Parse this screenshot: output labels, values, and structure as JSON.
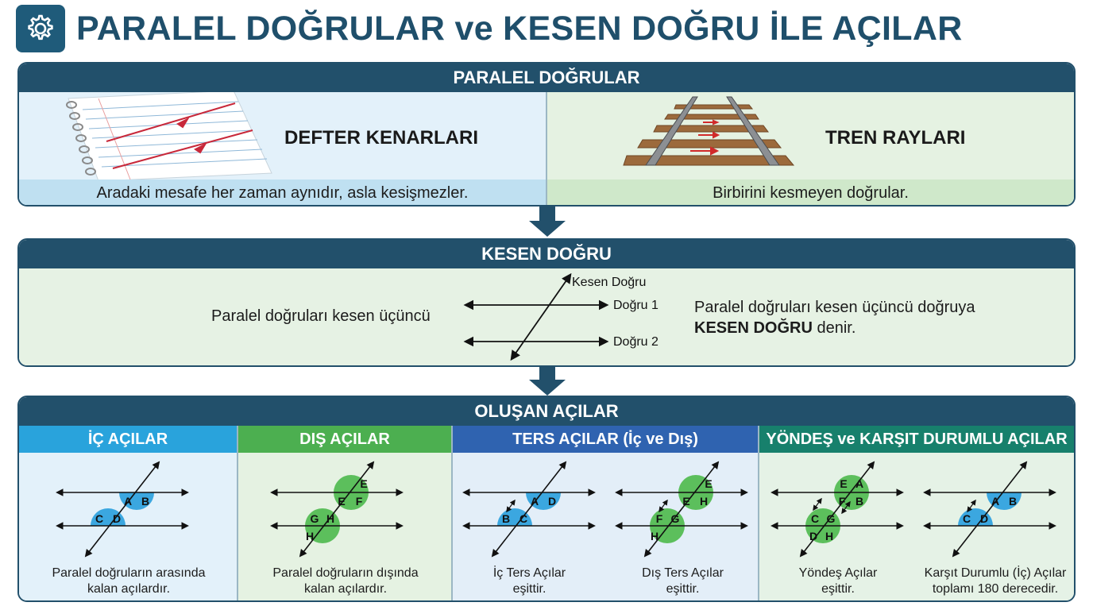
{
  "title": "PARALEL DOĞRULAR ve KESEN DOĞRU İLE AÇILAR",
  "colors": {
    "header": "#22506b",
    "blue": "#29a3dc",
    "green": "#4caf50",
    "royal": "#2f63b0",
    "teal": "#17806c",
    "arc_blue": "#3ba7e0",
    "arc_green": "#5cbf5c"
  },
  "parallel": {
    "header": "PARALEL DOĞRULAR",
    "left": {
      "label": "DEFTER KENARLARI",
      "caption": "Aradaki mesafe her zaman aynıdır, asla kesişmezler."
    },
    "right": {
      "label": "TREN RAYLARI",
      "caption": "Birbirini kesmeyen doğrular."
    }
  },
  "transversal": {
    "header": "KESEN DOĞRU",
    "left_text": "Paralel doğruları kesen üçüncü",
    "right_text": "Paralel doğruları kesen üçüncü doğruya",
    "right_bold": "KESEN DOĞRU",
    "right_tail": "denir.",
    "labels": {
      "transversal": "Kesen Doğru",
      "line1": "Doğru 1",
      "line2": "Doğru 2"
    }
  },
  "angles": {
    "header": "OLUŞAN AÇILAR",
    "columns": [
      {
        "title": "İÇ AÇILAR",
        "caption1": "Paralel doğruların arasında",
        "caption2": "kalan açılardır."
      },
      {
        "title": "DIŞ AÇILAR",
        "caption1": "Paralel doğruların dışında",
        "caption2": "kalan açılardır."
      },
      {
        "title": "TERS AÇILAR (İç ve Dış)",
        "sub": [
          {
            "caption1": "İç Ters Açılar",
            "caption2": "eşittir."
          },
          {
            "caption1": "Dış Ters Açılar",
            "caption2": "eşittir."
          }
        ]
      },
      {
        "title": "YÖNDEŞ ve KARŞIT DURUMLU AÇILAR",
        "sub": [
          {
            "caption1": "Yöndeş Açılar",
            "caption2": "eşittir."
          },
          {
            "caption1": "Karşıt Durumlu (İç) Açılar",
            "caption2": "toplamı 180 derecedir."
          }
        ]
      }
    ],
    "letters": {
      "A": "A",
      "B": "B",
      "C": "C",
      "D": "D",
      "E": "E",
      "F": "F",
      "G": "G",
      "H": "H"
    }
  },
  "icons": {
    "title": "gear-icon",
    "flow": "arrow-down-icon",
    "notebook": "notebook-icon",
    "rails": "train-rails-icon"
  }
}
